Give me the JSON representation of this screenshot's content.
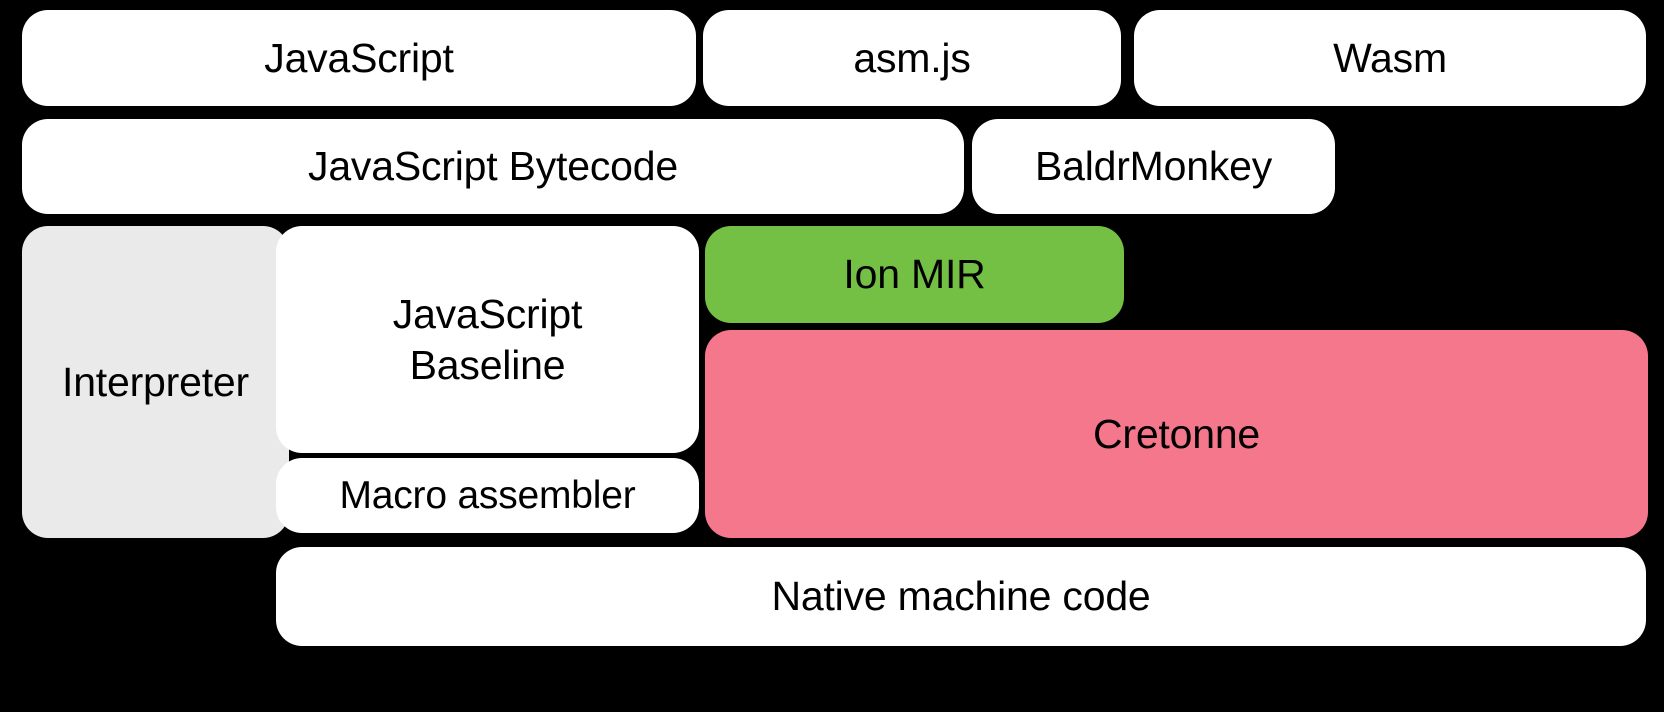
{
  "diagram": {
    "title": "SpiderMonkey compilation pipeline stack diagram",
    "background_color": "#000000",
    "colors": {
      "white": "#ffffff",
      "gray": "#eaeaea",
      "green": "#74c044",
      "pink": "#f4778c",
      "text": "#000000"
    },
    "rows": [
      {
        "name": "source-languages",
        "nodes": [
          {
            "id": "javascript",
            "label": "JavaScript",
            "fill": "white"
          },
          {
            "id": "asmjs",
            "label": "asm.js",
            "fill": "white"
          },
          {
            "id": "wasm",
            "label": "Wasm",
            "fill": "white"
          }
        ]
      },
      {
        "name": "intermediate-front-end",
        "nodes": [
          {
            "id": "js-bytecode",
            "label": "JavaScript Bytecode",
            "fill": "white"
          },
          {
            "id": "baldrmonkey",
            "label": "BaldrMonkey",
            "fill": "white"
          }
        ]
      },
      {
        "name": "execution-tiers",
        "nodes": [
          {
            "id": "interpreter",
            "label": "Interpreter",
            "fill": "gray"
          },
          {
            "id": "js-baseline",
            "label": "JavaScript\nBaseline",
            "fill": "white"
          },
          {
            "id": "macro-assembler",
            "label": "Macro assembler",
            "fill": "white"
          },
          {
            "id": "ion-mir",
            "label": "Ion MIR",
            "fill": "green"
          },
          {
            "id": "cretonne",
            "label": "Cretonne",
            "fill": "pink"
          }
        ]
      },
      {
        "name": "output",
        "nodes": [
          {
            "id": "native-code",
            "label": "Native machine code",
            "fill": "white"
          }
        ]
      }
    ]
  }
}
